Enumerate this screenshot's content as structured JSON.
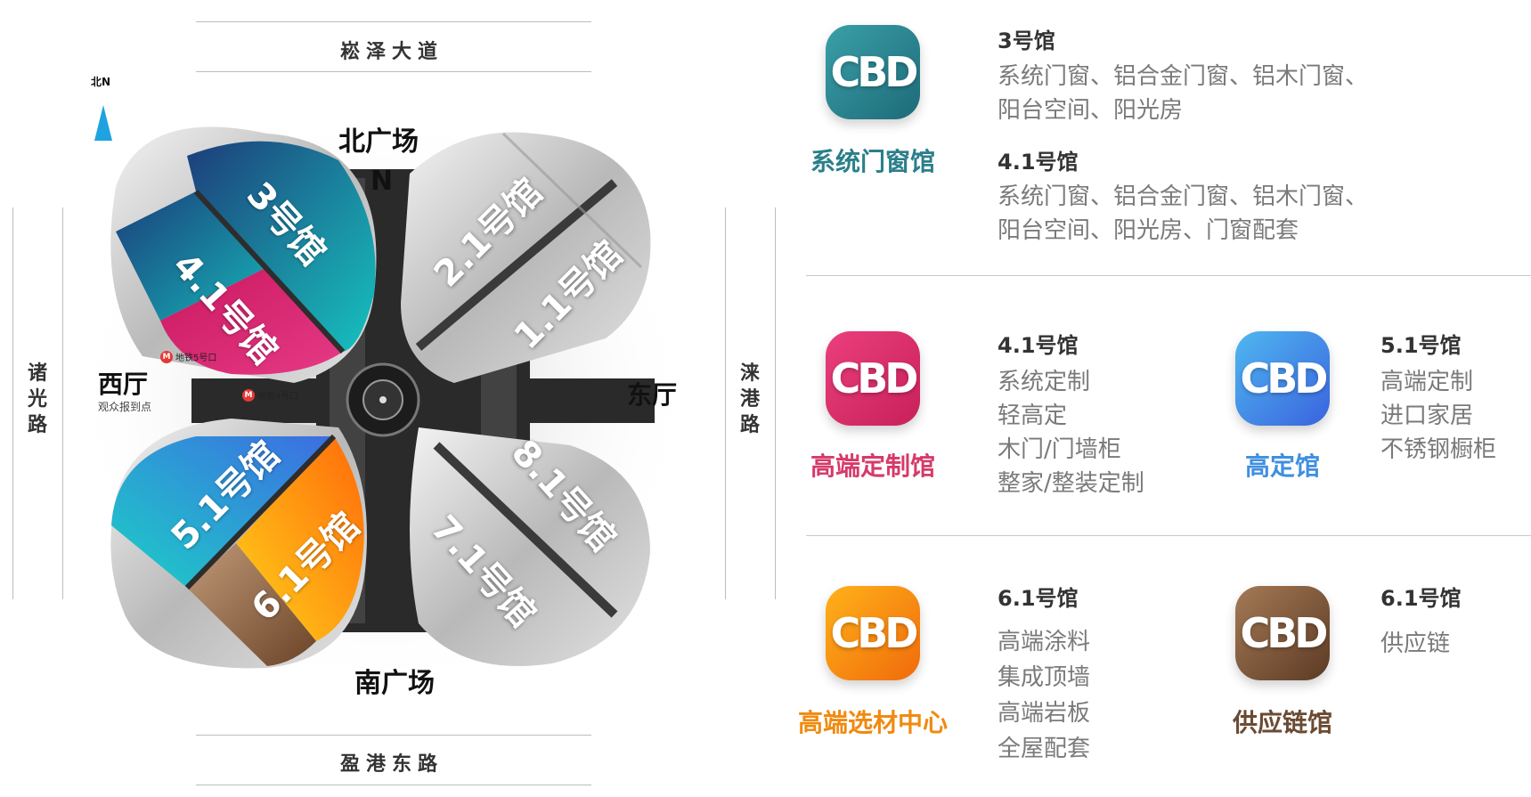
{
  "roads": {
    "north": "崧泽大道",
    "south": "盈港东路",
    "west": "诸光路",
    "east": "涞港路"
  },
  "compass": {
    "label": "北N"
  },
  "plazas": {
    "north": "北广场",
    "north_letter": "N",
    "south": "南广场"
  },
  "entrances": {
    "west": "西厅",
    "west_sub": "观众报到点",
    "east": "东厅",
    "metro_5": "地铁5号口",
    "metro_4": "地铁4号口"
  },
  "halls": {
    "h3": "3号馆",
    "h41": "4.1号馆",
    "h21": "2.1号馆",
    "h11": "1.1号馆",
    "h51": "5.1号馆",
    "h61": "6.1号馆",
    "h81": "8.1号馆",
    "h71": "7.1号馆"
  },
  "legend": {
    "logo_text": "CBD",
    "p1": {
      "name": "系统门窗馆",
      "color": "#2b7f8a",
      "groups": [
        {
          "hall": "3号馆",
          "items": [
            "系统门窗、铝合金门窗、铝木门窗、",
            "阳台空间、阳光房"
          ]
        },
        {
          "hall": "4.1号馆",
          "items": [
            "系统门窗、铝合金门窗、铝木门窗、",
            "阳台空间、阳光房、门窗配套"
          ]
        }
      ]
    },
    "p2": {
      "name": "高端定制馆",
      "color": "#d63a6a",
      "hall": "4.1号馆",
      "items": [
        "系统定制",
        "轻高定",
        "木门/门墙柜",
        "整家/整装定制"
      ]
    },
    "p3": {
      "name": "高定馆",
      "color": "#3f8fe0",
      "hall": "5.1号馆",
      "items": [
        "高端定制",
        "进口家居",
        "不锈钢橱柜"
      ]
    },
    "p4": {
      "name": "高端选材中心",
      "color": "#f08a10",
      "hall": "6.1号馆",
      "items": [
        "高端涂料",
        "集成顶墙",
        "高端岩板",
        "全屋配套"
      ]
    },
    "p5": {
      "name": "供应链馆",
      "color": "#6b4a33",
      "hall": "6.1号馆",
      "items": [
        "供应链"
      ]
    }
  }
}
